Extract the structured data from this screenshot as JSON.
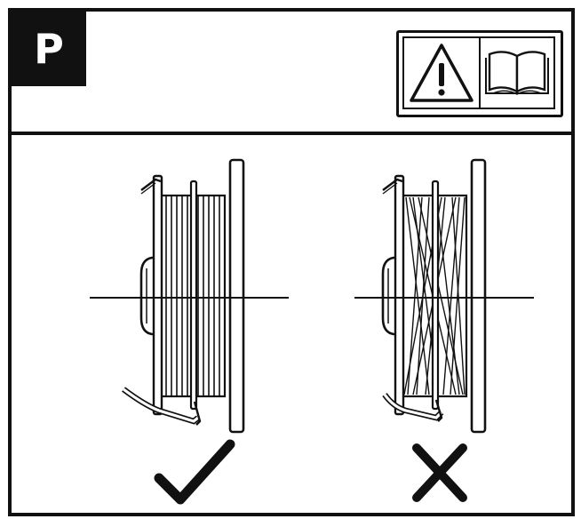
{
  "badge": {
    "letter": "P"
  },
  "icons": [
    "warning-triangle-icon",
    "manual-book-icon"
  ],
  "panels": [
    {
      "id": "correct",
      "winding": "even",
      "mark": "checkmark-icon"
    },
    {
      "id": "incorrect",
      "winding": "crossed",
      "mark": "cross-icon"
    }
  ],
  "colors": {
    "ink": "#111111",
    "paper": "#ffffff"
  }
}
